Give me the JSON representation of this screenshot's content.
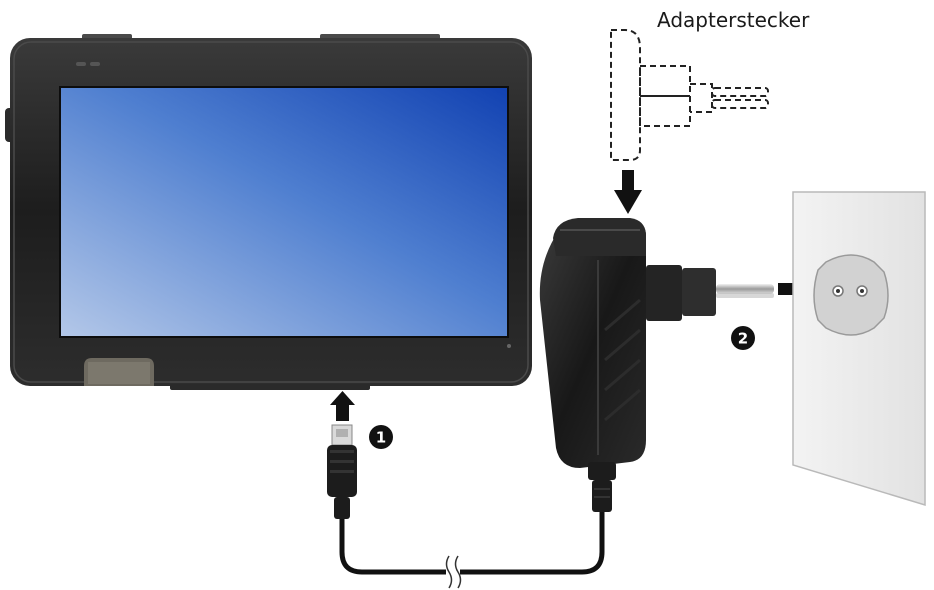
{
  "labels": {
    "adapter": "Adapterstecker"
  },
  "steps": [
    {
      "number": "1"
    },
    {
      "number": "2"
    }
  ],
  "colors": {
    "device_body": "#222222",
    "screen_start": "#a9bfe3",
    "screen_end": "#1447b4",
    "charger_body": "#1e1e1e",
    "wall_plate": "#e9e9e9",
    "socket": "#cfcfcf",
    "arrow": "#111111"
  }
}
